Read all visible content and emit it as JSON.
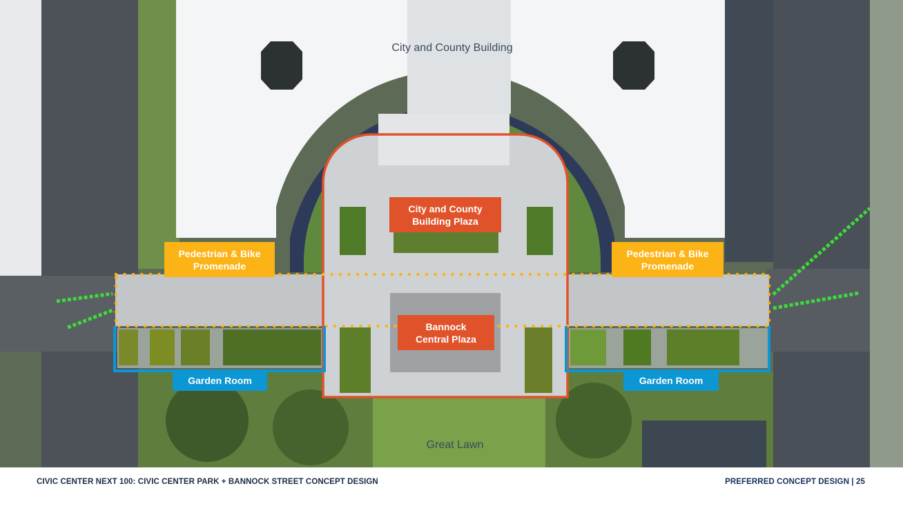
{
  "map": {
    "landmarks": {
      "building": "City and County Building",
      "lawn": "Great Lawn"
    },
    "labels": {
      "building_plaza": "City and County\nBuilding Plaza",
      "central_plaza": "Bannock\nCentral Plaza",
      "promenade_left": "Pedestrian & Bike\nPromenade",
      "promenade_right": "Pedestrian & Bike\nPromenade",
      "garden_left": "Garden Room",
      "garden_right": "Garden Room"
    },
    "colors": {
      "plaza": "#e0522a",
      "promenade": "#fbb316",
      "garden": "#0c96d4",
      "crossing": "#3ddc3a"
    }
  },
  "footer": {
    "title": "CIVIC CENTER NEXT 100: CIVIC CENTER PARK + BANNOCK STREET CONCEPT DESIGN",
    "section": "PREFERRED CONCEPT DESIGN | 25"
  }
}
